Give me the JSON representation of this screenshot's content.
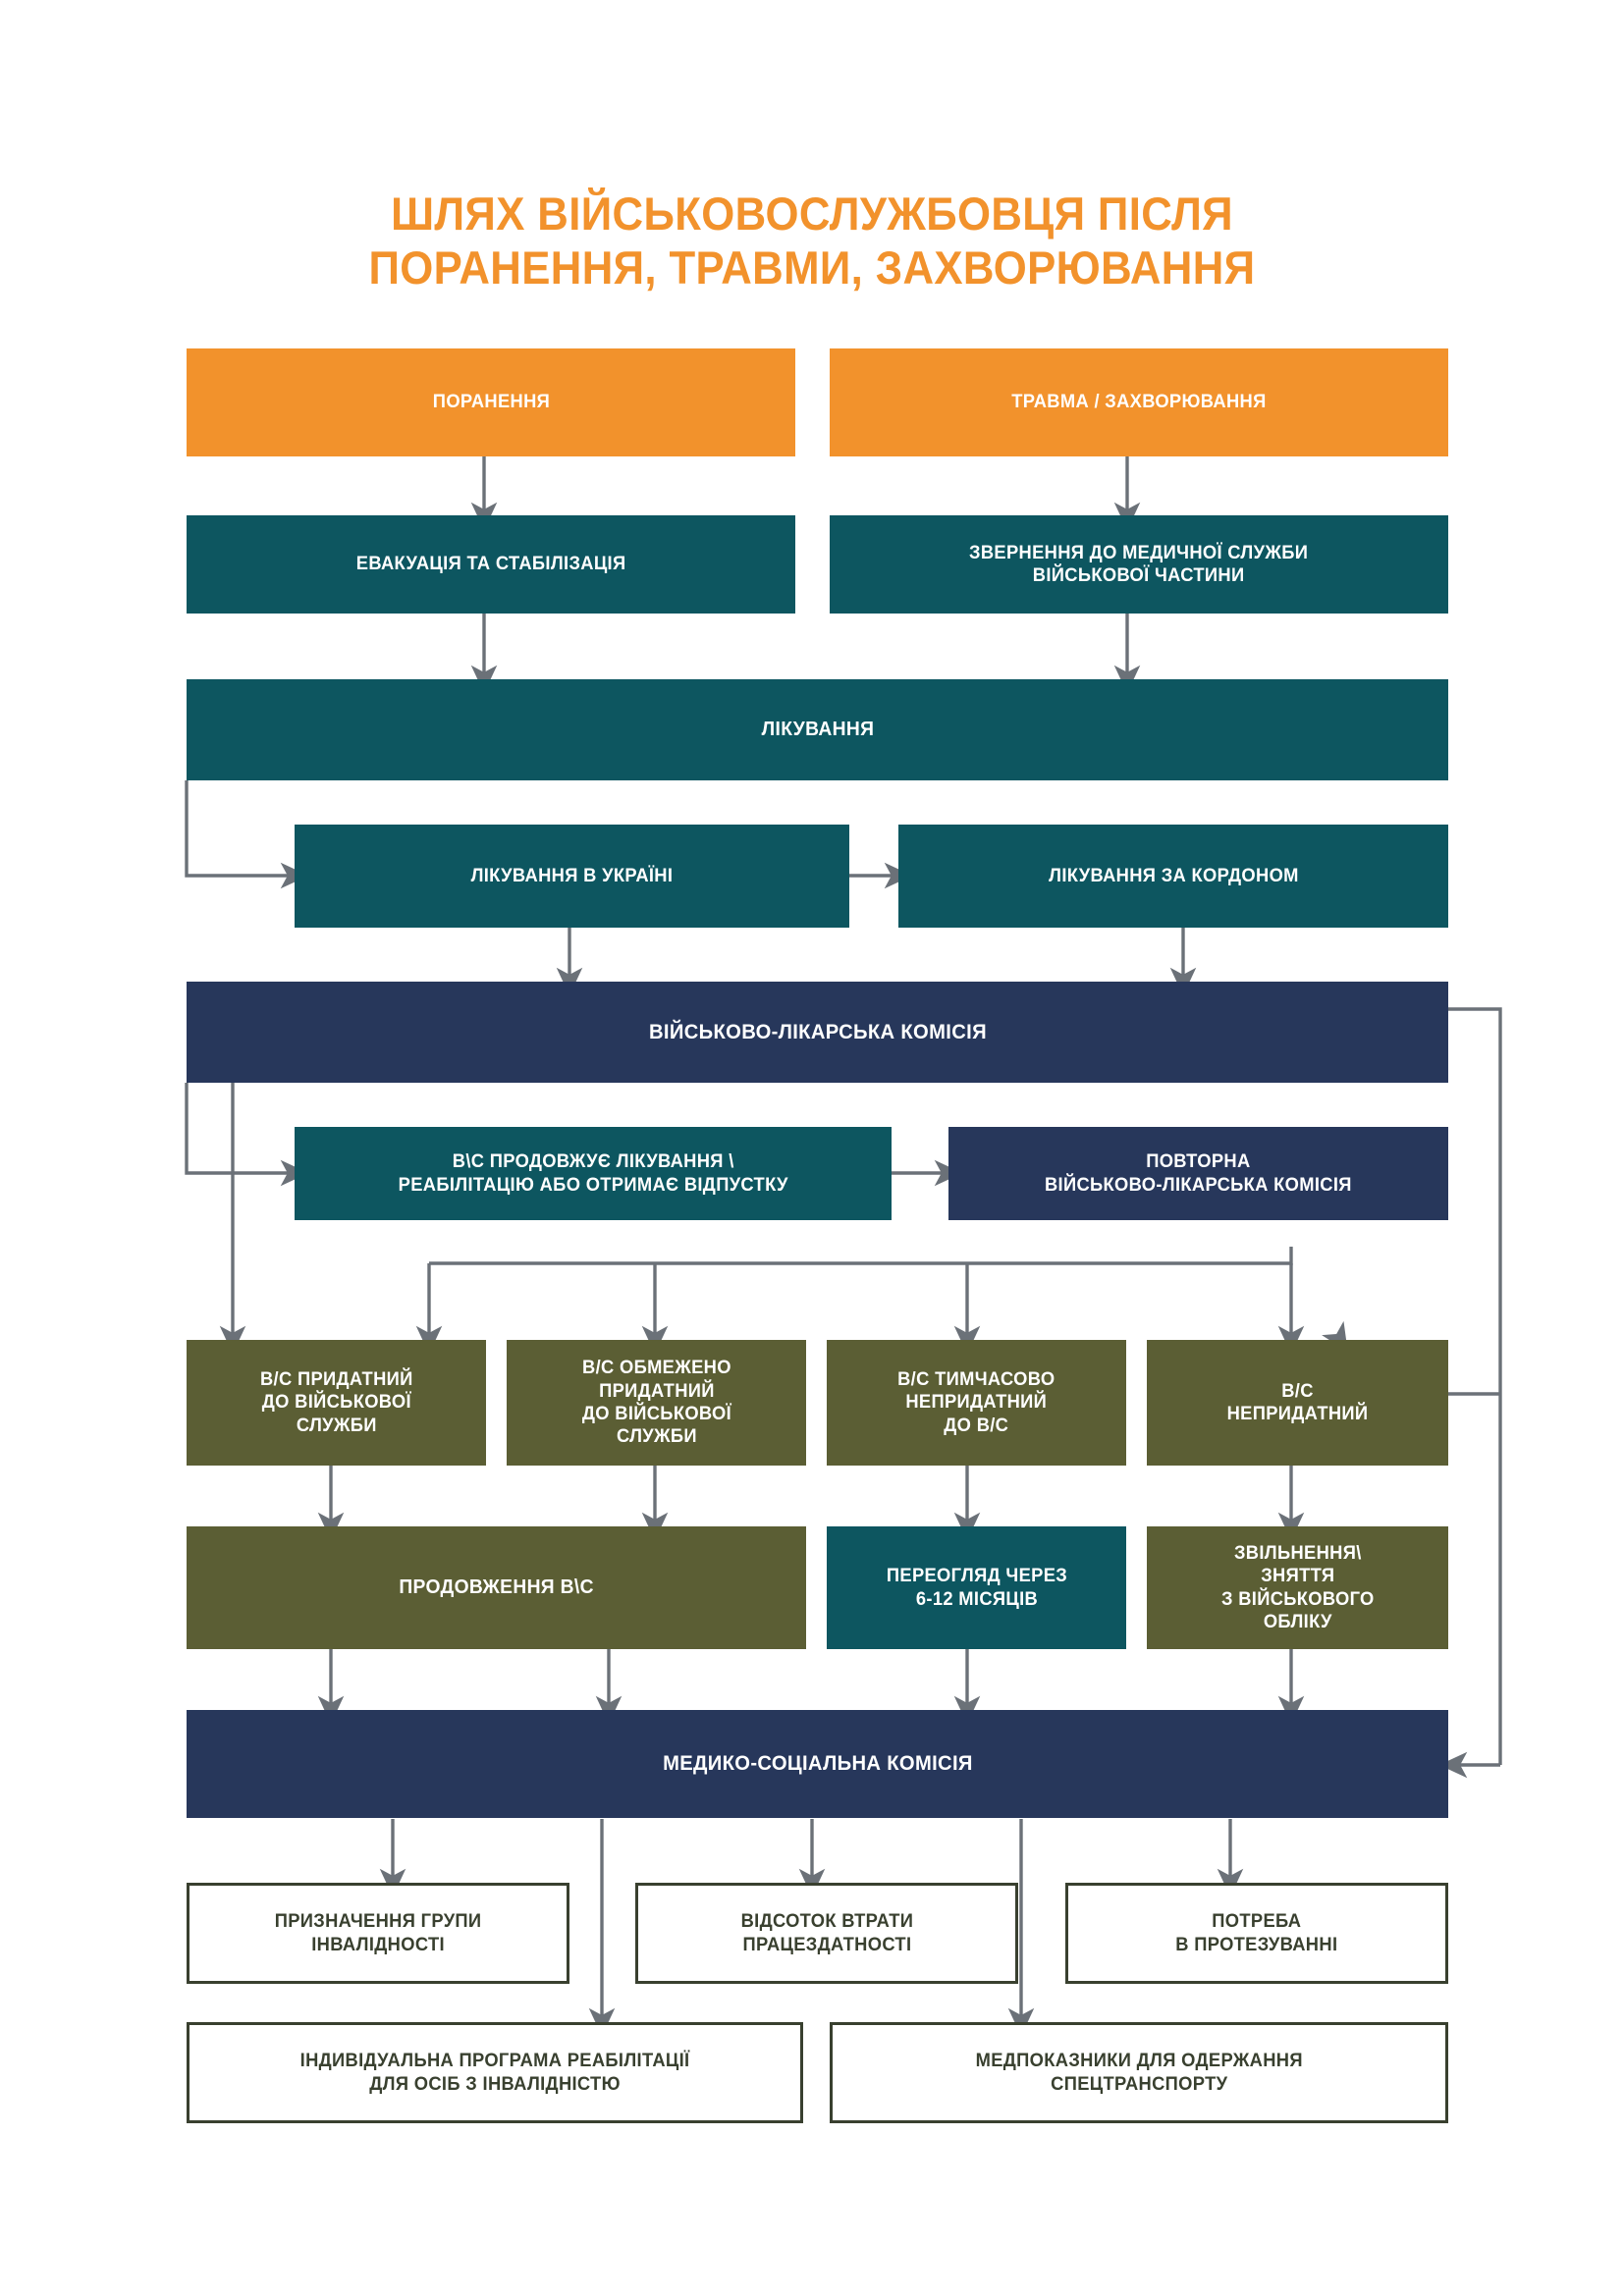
{
  "title": "ШЛЯХ ВІЙСЬКОВОСЛУЖБОВЦЯ ПІСЛЯ\nПОРАНЕННЯ, ТРАВМИ, ЗАХВОРЮВАННЯ",
  "colors": {
    "orange": "#F2922C",
    "teal": "#0D5660",
    "navy": "#27375B",
    "olive": "#5B5E34",
    "outline_border": "#39402F",
    "arrow": "#6B7178",
    "background": "#FFFFFF"
  },
  "nodes": {
    "wound": "ПОРАНЕННЯ",
    "trauma_illness": "ТРАВМА / ЗАХВОРЮВАННЯ",
    "evacuation": "ЕВАКУАЦІЯ ТА СТАБІЛІЗАЦІЯ",
    "medical_service_request": "ЗВЕРНЕННЯ ДО МЕДИЧНОЇ СЛУЖБИ\nВІЙСЬКОВОЇ ЧАСТИНИ",
    "treatment": "ЛІКУВАННЯ",
    "treatment_ukraine": "ЛІКУВАННЯ В УКРАЇНІ",
    "treatment_abroad": "ЛІКУВАННЯ ЗА КОРДОНОМ",
    "military_medical_commission": "ВІЙСЬКОВО-ЛІКАРСЬКА КОМІСІЯ",
    "continues_treatment": "В\\С ПРОДОВЖУЄ ЛІКУВАННЯ \\\nРЕАБІЛІТАЦІЮ АБО ОТРИМАЄ ВІДПУСТКУ",
    "repeat_commission": "ПОВТОРНА\nВІЙСЬКОВО-ЛІКАРСЬКА КОМІСІЯ",
    "fit": "В/С ПРИДАТНИЙ\nДО ВІЙСЬКОВОЇ\nСЛУЖБИ",
    "limited_fit": "В/С ОБМЕЖЕНО\nПРИДАТНИЙ\nДО ВІЙСЬКОВОЇ\nСЛУЖБИ",
    "temporarily_unfit": "В/С ТИМЧАСОВО\nНЕПРИДАТНИЙ\nДО В/С",
    "unfit": "В/С\nНЕПРИДАТНИЙ",
    "continuation": "ПРОДОВЖЕННЯ В\\С",
    "review_6_12": "ПЕРЕОГЛЯД ЧЕРЕЗ\n6-12 МІСЯЦІВ",
    "discharge": "ЗВІЛЬНЕННЯ\\\nЗНЯТТЯ\nЗ ВІЙСЬКОВОГО\nОБЛІКУ",
    "medical_social_commission": "МЕДИКО-СОЦІАЛЬНА КОМІСІЯ",
    "disability_group": "ПРИЗНАЧЕННЯ ГРУПИ\nІНВАЛІДНОСТІ",
    "work_capacity_loss": "ВІДСОТОК ВТРАТИ\nПРАЦЕЗДАТНОСТІ",
    "prosthetics_need": "ПОТРЕБА\nВ ПРОТЕЗУВАННІ",
    "individual_program": "ІНДИВІДУАЛЬНА ПРОГРАМА РЕАБІЛІТАЦІЇ\nДЛЯ ОСІБ З ІНВАЛІДНІСТЮ",
    "special_transport": "МЕДПОКАЗНИКИ ДЛЯ ОДЕРЖАННЯ\nСПЕЦТРАНСПОРТУ"
  }
}
